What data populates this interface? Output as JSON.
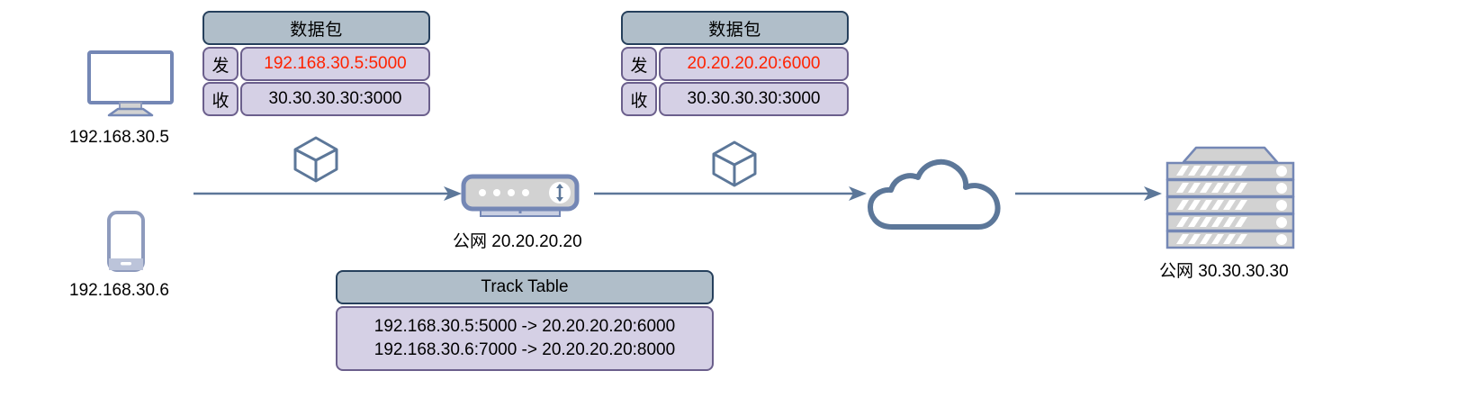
{
  "diagram": {
    "title": "NAT packet flow diagram",
    "colors": {
      "header_fill": "#b0bec9",
      "header_border": "#26405c",
      "body_fill": "#d5d0e5",
      "body_border": "#6b5f8c",
      "arrow": "#5c7799",
      "device_outline": "#7487b5",
      "device_fill": "#d9d9d9",
      "highlight_text": "#ff2200"
    }
  },
  "packet_tables": [
    {
      "header": "数据包",
      "rows": [
        {
          "label": "发",
          "value": "192.168.30.5:5000",
          "highlight": true
        },
        {
          "label": "收",
          "value": "30.30.30.30:3000",
          "highlight": false
        }
      ]
    },
    {
      "header": "数据包",
      "rows": [
        {
          "label": "发",
          "value": "20.20.20.20:6000",
          "highlight": true
        },
        {
          "label": "收",
          "value": "30.30.30.30:3000",
          "highlight": false
        }
      ]
    }
  ],
  "track_table": {
    "header": "Track Table",
    "entries": [
      "192.168.30.5:5000 -> 20.20.20.20:6000",
      "192.168.30.6:7000 -> 20.20.20.20:8000"
    ]
  },
  "devices": {
    "desktop": {
      "icon": "monitor-icon",
      "label": "192.168.30.5"
    },
    "phone": {
      "icon": "smartphone-icon",
      "label": "192.168.30.6"
    },
    "router": {
      "icon": "router-icon",
      "label": "公网 20.20.20.20"
    },
    "cloud": {
      "icon": "cloud-icon",
      "label": ""
    },
    "server": {
      "icon": "server-rack-icon",
      "label": "公网 30.30.30.30"
    }
  },
  "packet_icons": [
    {
      "icon": "cube-icon",
      "name": "packet-cube-1"
    },
    {
      "icon": "cube-icon",
      "name": "packet-cube-2"
    }
  ],
  "arrows": [
    {
      "name": "arrow-client-to-router"
    },
    {
      "name": "arrow-router-to-cloud"
    },
    {
      "name": "arrow-cloud-to-server"
    }
  ]
}
